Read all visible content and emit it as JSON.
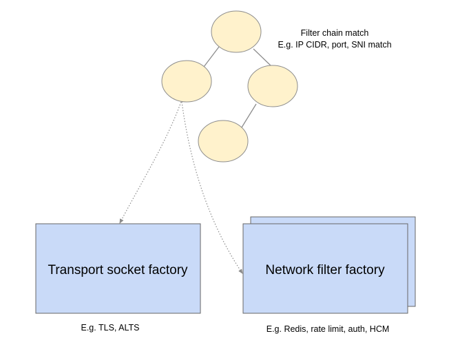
{
  "annotation": {
    "line1": "Filter chain match",
    "line2": "E.g. IP CIDR, port, SNI match"
  },
  "transport_box": {
    "label": "Transport socket factory",
    "caption": "E.g. TLS, ALTS"
  },
  "network_box": {
    "label": "Network filter factory",
    "caption": "E.g. Redis, rate limit, auth, HCM"
  },
  "colors": {
    "node_fill": "#fff2cc",
    "box_fill": "#c9daf8",
    "outline": "#666666",
    "connector": "#8c8c8c"
  }
}
